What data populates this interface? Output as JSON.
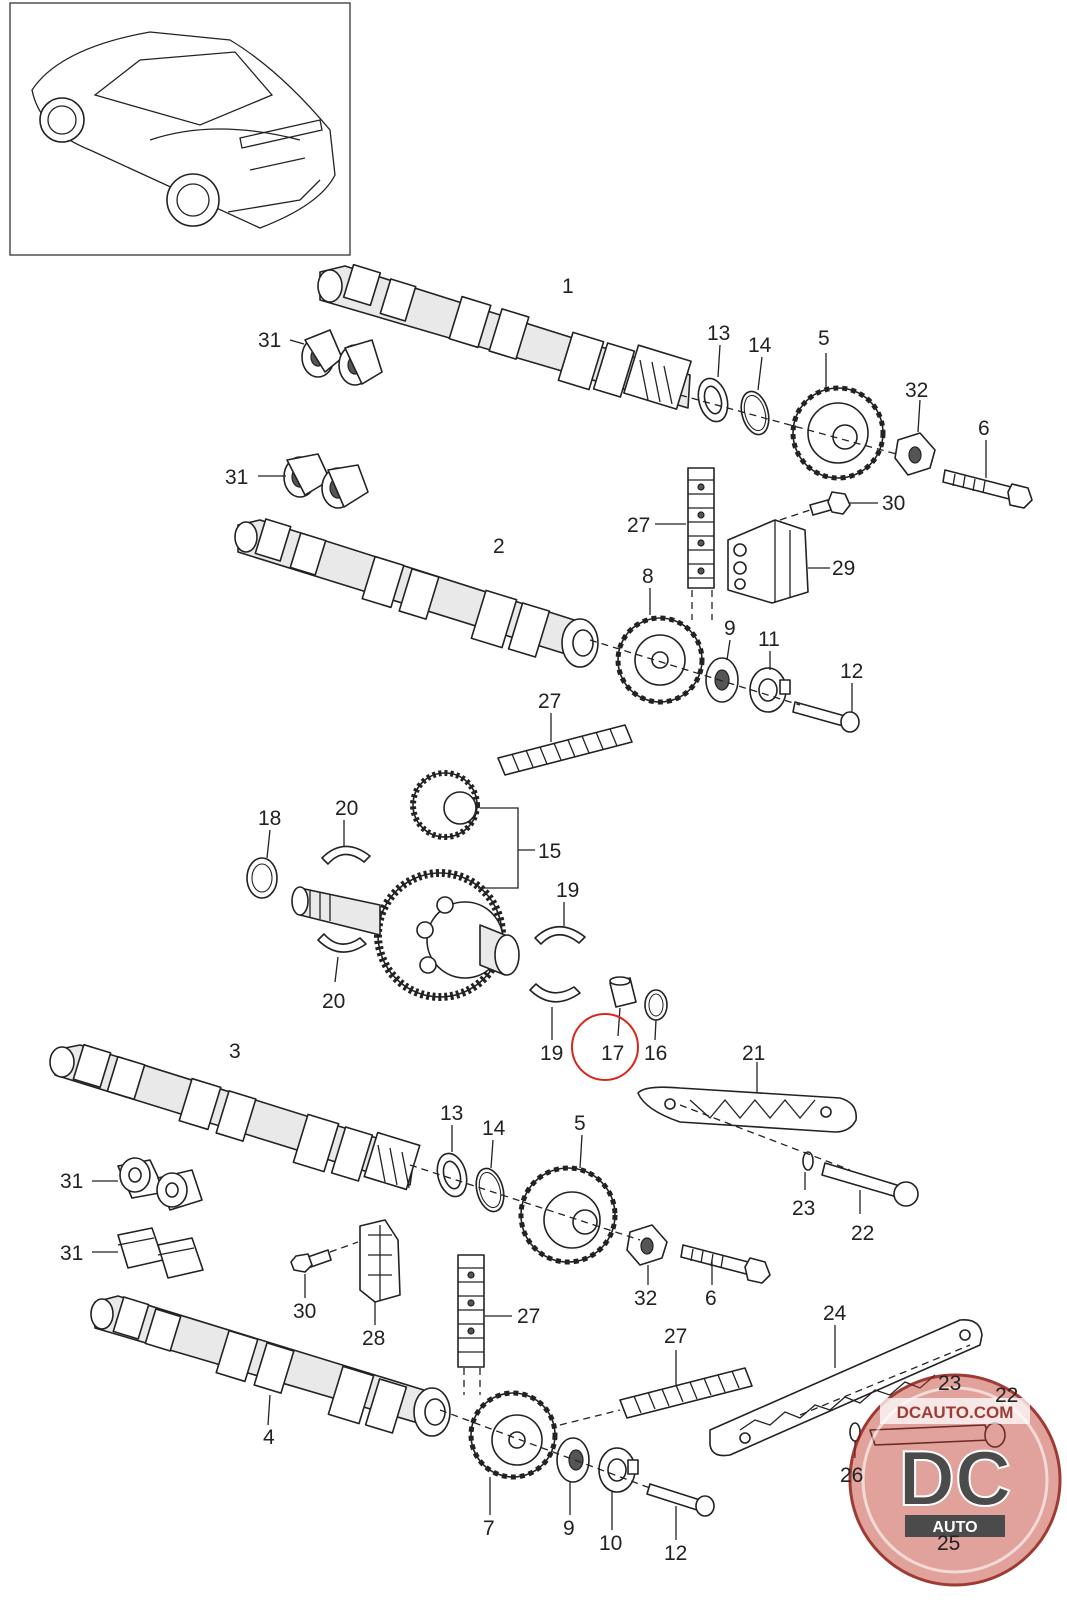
{
  "callouts": {
    "c1": "1",
    "c2": "2",
    "c3": "3",
    "c4": "4",
    "c5a": "5",
    "c5b": "5",
    "c6a": "6",
    "c6b": "6",
    "c7": "7",
    "c8": "8",
    "c9a": "9",
    "c9b": "9",
    "c10": "10",
    "c11": "11",
    "c12a": "12",
    "c12b": "12",
    "c13a": "13",
    "c13b": "13",
    "c14a": "14",
    "c14b": "14",
    "c15": "15",
    "c16": "16",
    "c17": "17",
    "c18": "18",
    "c19a": "19",
    "c19b": "19",
    "c20a": "20",
    "c20b": "20",
    "c21": "21",
    "c22a": "22",
    "c22b": "22",
    "c23a": "23",
    "c23b": "23",
    "c24": "24",
    "c25": "25",
    "c26": "26",
    "c27a": "27",
    "c27b": "27",
    "c27c": "27",
    "c27d": "27",
    "c28": "28",
    "c29": "29",
    "c30a": "30",
    "c30b": "30",
    "c31a": "31",
    "c31b": "31",
    "c31c": "31",
    "c31d": "31",
    "c32a": "32",
    "c32b": "32"
  },
  "highlight": {
    "part": "17",
    "color": "#d9261c"
  },
  "watermark": {
    "site": "DCAUTO.COM",
    "mark": "DC",
    "sub": "AUTO",
    "color": "#c0392b"
  }
}
